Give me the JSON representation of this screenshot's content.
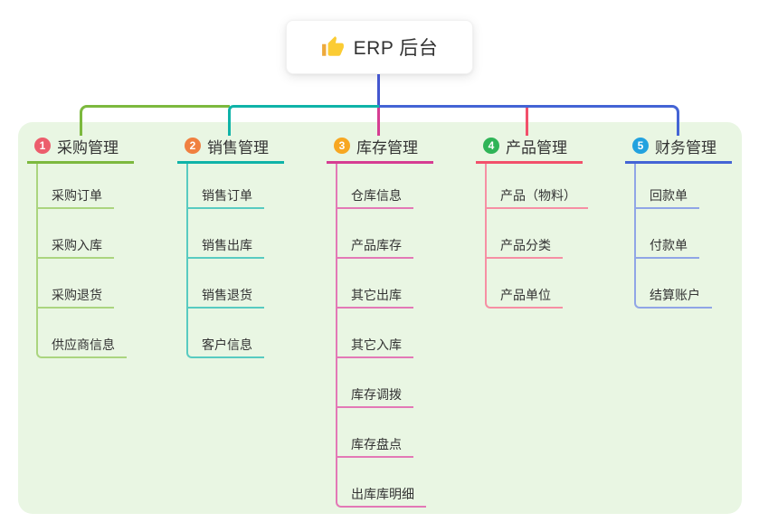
{
  "root": {
    "label": "ERP 后台",
    "icon": "thumbs-up-icon",
    "icon_colors": {
      "hand": "#fbcc34",
      "sleeve": "#eda93c"
    }
  },
  "colors": {
    "panel_bg": "#e9f6e3",
    "text": "#333333",
    "root_line": "#4457cf"
  },
  "branches": [
    {
      "number": "1",
      "title": "采购管理",
      "badge_color": "#ec5d6c",
      "line_color": "#7cb93e",
      "child_line_color": "#abd57f",
      "children": [
        "采购订单",
        "采购入库",
        "采购退货",
        "供应商信息"
      ]
    },
    {
      "number": "2",
      "title": "销售管理",
      "badge_color": "#f08040",
      "line_color": "#0fb3a8",
      "child_line_color": "#58cbc1",
      "children": [
        "销售订单",
        "销售出库",
        "销售退货",
        "客户信息"
      ]
    },
    {
      "number": "3",
      "title": "库存管理",
      "badge_color": "#f7a722",
      "line_color": "#d63d92",
      "child_line_color": "#e379b6",
      "children": [
        "仓库信息",
        "产品库存",
        "其它出库",
        "其它入库",
        "库存调拨",
        "库存盘点",
        "出库库明细"
      ]
    },
    {
      "number": "4",
      "title": "产品管理",
      "badge_color": "#2fb457",
      "line_color": "#f2506b",
      "child_line_color": "#f68fa4",
      "children": [
        "产品（物料）",
        "产品分类",
        "产品单位"
      ]
    },
    {
      "number": "5",
      "title": "财务管理",
      "badge_color": "#22a2df",
      "line_color": "#4464d5",
      "child_line_color": "#90a5e6",
      "children": [
        "回款单",
        "付款单",
        "结算账户"
      ]
    }
  ]
}
